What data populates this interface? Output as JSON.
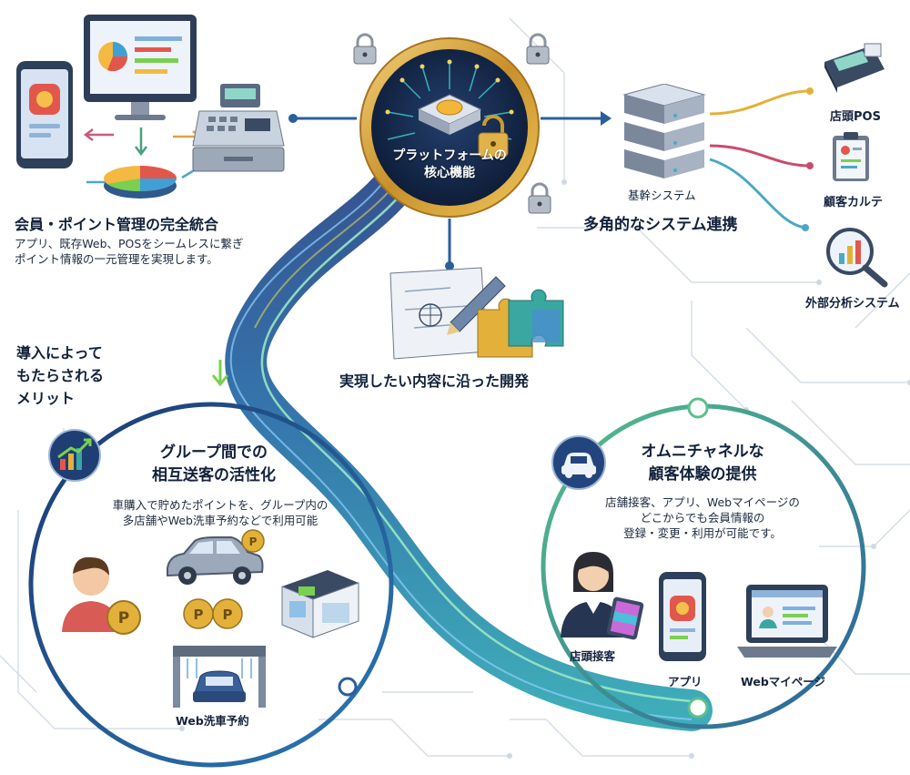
{
  "core": {
    "line1": "プラットフォームの",
    "line2": "核心機能"
  },
  "member_integration": {
    "title": "会員・ポイント管理の完全統合",
    "desc_line1": "アプリ、既存Web、POSをシームレスに繋ぎ",
    "desc_line2": "ポイント情報の一元管理を実現します。"
  },
  "system_integration": {
    "title": "多角的なシステム連携",
    "core_system": "基幹システム",
    "targets": [
      "店頭POS",
      "顧客カルテ",
      "外部分析システム"
    ]
  },
  "development": {
    "title": "実現したい内容に沿った開発"
  },
  "merits": {
    "line1": "導入によって",
    "line2": "もたらされる",
    "line3": "メリット"
  },
  "group": {
    "title_line1": "グループ間での",
    "title_line2": "相互送客の活性化",
    "desc_line1": "車購入で貯めたポイントを、グループ内の",
    "desc_line2": "多店舗やWeb洗車予約などで利用可能",
    "carwash": "Web洗車予約",
    "coin": "P"
  },
  "omni": {
    "title_line1": "オムニチャネルな",
    "title_line2": "顧客体験の提供",
    "desc_line1": "店舗接客、アプリ、Webマイページの",
    "desc_line2": "どこからでも会員情報の",
    "desc_line3": "登録・変更・利用が可能です。",
    "channels": [
      "店頭接客",
      "アプリ",
      "Webマイページ"
    ]
  },
  "colors": {
    "navy": "#1f3f75",
    "gold": "#d7a73a",
    "teal": "#35b7a8",
    "green": "#7ad04f",
    "circuit": "#cfd8e3"
  },
  "icons": [
    "smartphone-icon",
    "monitor-icon",
    "cash-register-icon",
    "pie-chart-icon",
    "lock-icon",
    "chip-icon",
    "server-icon",
    "pos-terminal-icon",
    "clipboard-icon",
    "magnifier-chart-icon",
    "blueprint-icon",
    "pencil-icon",
    "puzzle-icon",
    "growth-chart-icon",
    "person-icon",
    "coin-icon",
    "car-icon",
    "store-icon",
    "car-wash-icon",
    "staff-icon",
    "tablet-icon",
    "laptop-icon"
  ]
}
